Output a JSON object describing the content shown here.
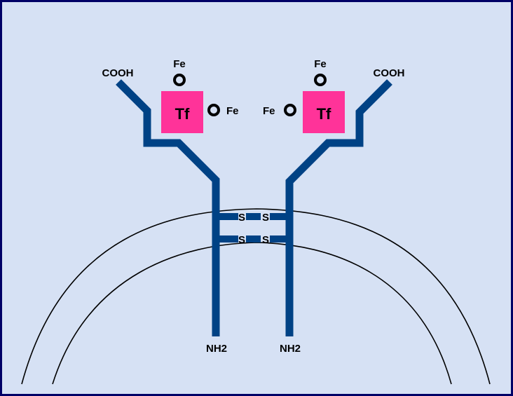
{
  "colors": {
    "frame": "#000066",
    "background": "#d6e1f4",
    "receptor": "#004285",
    "transferrin": "#ff3399",
    "membrane": "#000000",
    "text": "#000000"
  },
  "labels": {
    "left_terminal_c": "COOH",
    "right_terminal_c": "COOH",
    "left_terminal_n": "NH2",
    "right_terminal_n": "NH2",
    "left_tf": "Tf",
    "right_tf": "Tf",
    "left_fe_top": "Fe",
    "left_fe_side": "Fe",
    "right_fe_top": "Fe",
    "right_fe_side": "Fe",
    "disulfide_top_left": "S",
    "disulfide_top_right": "S",
    "disulfide_bottom_left": "S",
    "disulfide_bottom_right": "S"
  }
}
